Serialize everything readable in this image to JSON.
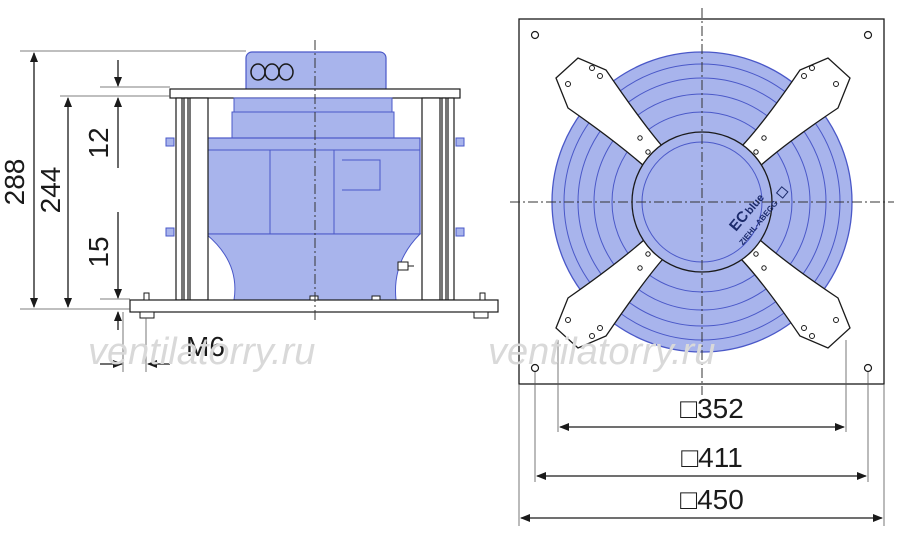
{
  "dimensions": {
    "total_height": "288",
    "body_height": "244",
    "top_offset": "12",
    "base_offset": "15",
    "bolt": "M6",
    "hole_spacing": "□352",
    "plate_holes": "□411",
    "plate_size": "□450"
  },
  "branding": {
    "ec_mark": "EC",
    "blue_mark": "blue",
    "manufacturer": "ZIEHL-ABEGG"
  },
  "watermark": {
    "left": "ventilatorry.ru",
    "right": "ventilatorry.ru"
  },
  "colors": {
    "fan_blue": "#a8b4ec",
    "fan_blue_dark": "#4a58c8",
    "line": "#1a1a1a",
    "plate": "#ffffff"
  }
}
